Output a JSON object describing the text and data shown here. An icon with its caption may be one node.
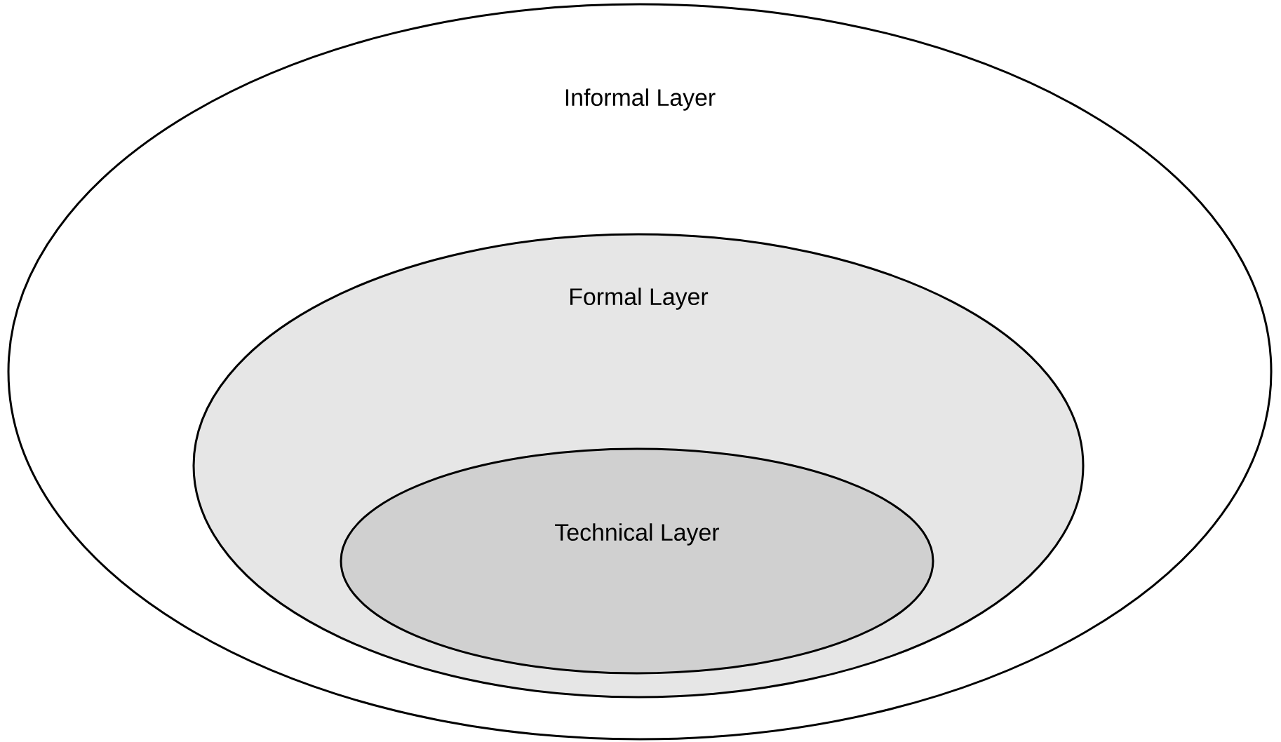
{
  "diagram": {
    "nodes": [
      {
        "text": [
          "Informal Layer"
        ]
      },
      {
        "text": [
          "Formal Layer"
        ],
        "in": 0
      },
      {
        "text": [
          "Technical Layer"
        ],
        "in": 1
      }
    ]
  }
}
